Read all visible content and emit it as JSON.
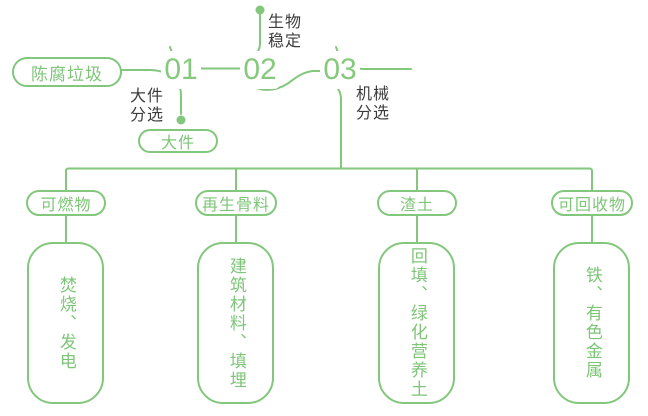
{
  "palette": {
    "green": "#82C77C",
    "label_dark": "#3C3C3C"
  },
  "source": {
    "label": "陈腐垃圾"
  },
  "steps": [
    {
      "number": "01",
      "label": "大件\n分选"
    },
    {
      "number": "02",
      "label": "生物\n稳定"
    },
    {
      "number": "03",
      "label": "机械\n分选"
    }
  ],
  "bulky": {
    "label": "大件"
  },
  "outputs": [
    {
      "category": "可燃物",
      "result": "焚烧、发电"
    },
    {
      "category": "再生骨料",
      "result": "建筑材料、填埋"
    },
    {
      "category": "渣土",
      "result": "回填、绿化营养土"
    },
    {
      "category": "可回收物",
      "result": "铁、有色金属"
    }
  ]
}
